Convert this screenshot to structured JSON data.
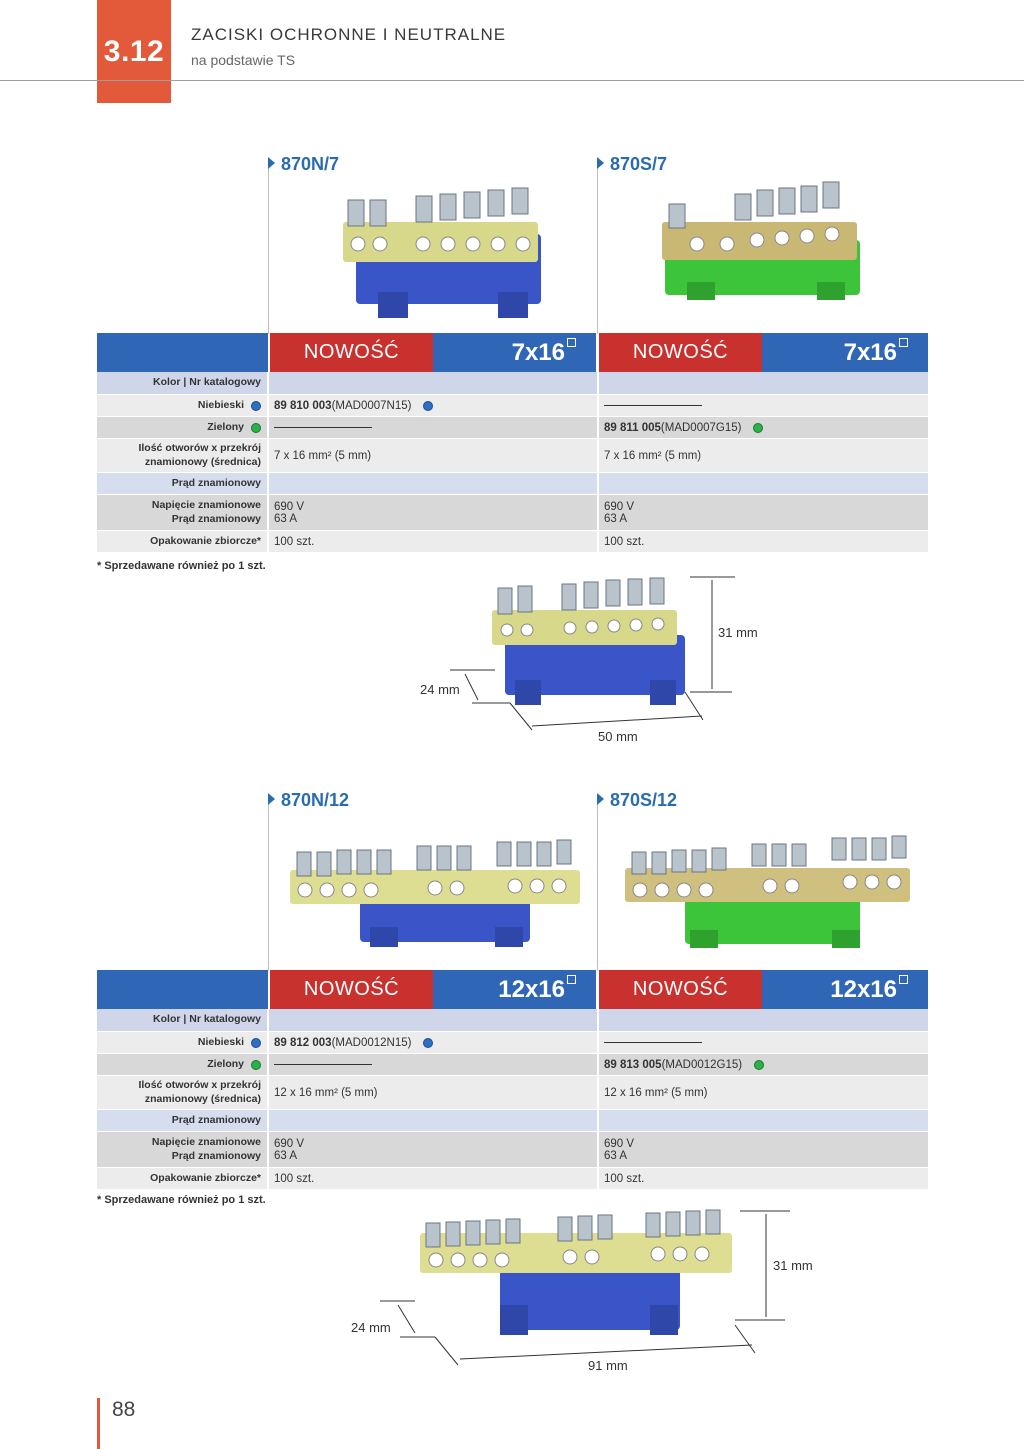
{
  "header": {
    "chapter": "3.12",
    "title": "ZACISKI OCHRONNE I NEUTRALNE",
    "subtitle": "na podstawie TS"
  },
  "sections": [
    {
      "products": [
        {
          "name": "870N/7",
          "badge": "NOWOŚĆ",
          "size": "7x16",
          "color": "#3f5ecb"
        },
        {
          "name": "870S/7",
          "badge": "NOWOŚĆ",
          "size": "7x16",
          "color": "#3cc43a"
        }
      ],
      "table": {
        "header_label": "Kolor | Nr katalogowy",
        "rows": [
          {
            "label": "Niebieski",
            "left_bold": "89 810 003",
            "left_rest": " (MAD0007N15)",
            "right": ""
          },
          {
            "label": "Zielony",
            "left": "",
            "right_bold": "89 811 005",
            "right_rest": " (MAD0007G15)"
          },
          {
            "label1": "Ilość otworów x przekrój",
            "label2": "znamionowy (średnica)",
            "left": "7 x 16 mm² (5 mm)",
            "right": "7 x 16 mm² (5 mm)"
          },
          {
            "label": "Prąd  znamionowy",
            "left": "",
            "right": ""
          },
          {
            "label1": "Napięcie znamionowe",
            "label2": "Prąd znamionowy",
            "left1": "690 V",
            "left2": "63 A",
            "right1": "690 V",
            "right2": "63 A"
          },
          {
            "label": "Opakowanie zbiorcze*",
            "left": "100 szt.",
            "right": "100 szt."
          }
        ],
        "note": "* Sprzedawane również po 1 szt."
      },
      "dims": {
        "height": "31 mm",
        "depth": "24 mm",
        "length": "50 mm"
      }
    },
    {
      "products": [
        {
          "name": "870N/12",
          "badge": "NOWOŚĆ",
          "size": "12x16",
          "color": "#3f5ecb"
        },
        {
          "name": "870S/12",
          "badge": "NOWOŚĆ",
          "size": "12x16",
          "color": "#3cc43a"
        }
      ],
      "table": {
        "header_label": "Kolor | Nr katalogowy",
        "rows": [
          {
            "label": "Niebieski",
            "left_bold": "89 812 003",
            "left_rest": " (MAD0012N15)",
            "right": ""
          },
          {
            "label": "Zielony",
            "left": "",
            "right_bold": "89 813 005",
            "right_rest": " (MAD0012G15)"
          },
          {
            "label1": "Ilość otworów x przekrój",
            "label2": "znamionowy (średnica)",
            "left": "12 x 16 mm² (5 mm)",
            "right": "12 x 16 mm² (5 mm)"
          },
          {
            "label": "Prąd  znamionowy",
            "left": "",
            "right": ""
          },
          {
            "label1": "Napięcie znamionowe",
            "label2": "Prąd znamionowy",
            "left1": "690 V",
            "left2": "63 A",
            "right1": "690 V",
            "right2": "63 A"
          },
          {
            "label": "Opakowanie zbiorcze*",
            "left": "100 szt.",
            "right": "100 szt."
          }
        ],
        "note": "* Sprzedawane również po 1 szt."
      },
      "dims": {
        "height": "31 mm",
        "depth": "24 mm",
        "length": "91 mm"
      }
    }
  ],
  "page_number": "88",
  "colors": {
    "accent": "#e35a3a",
    "blue": "#2f66b5",
    "red": "#c9312f"
  }
}
